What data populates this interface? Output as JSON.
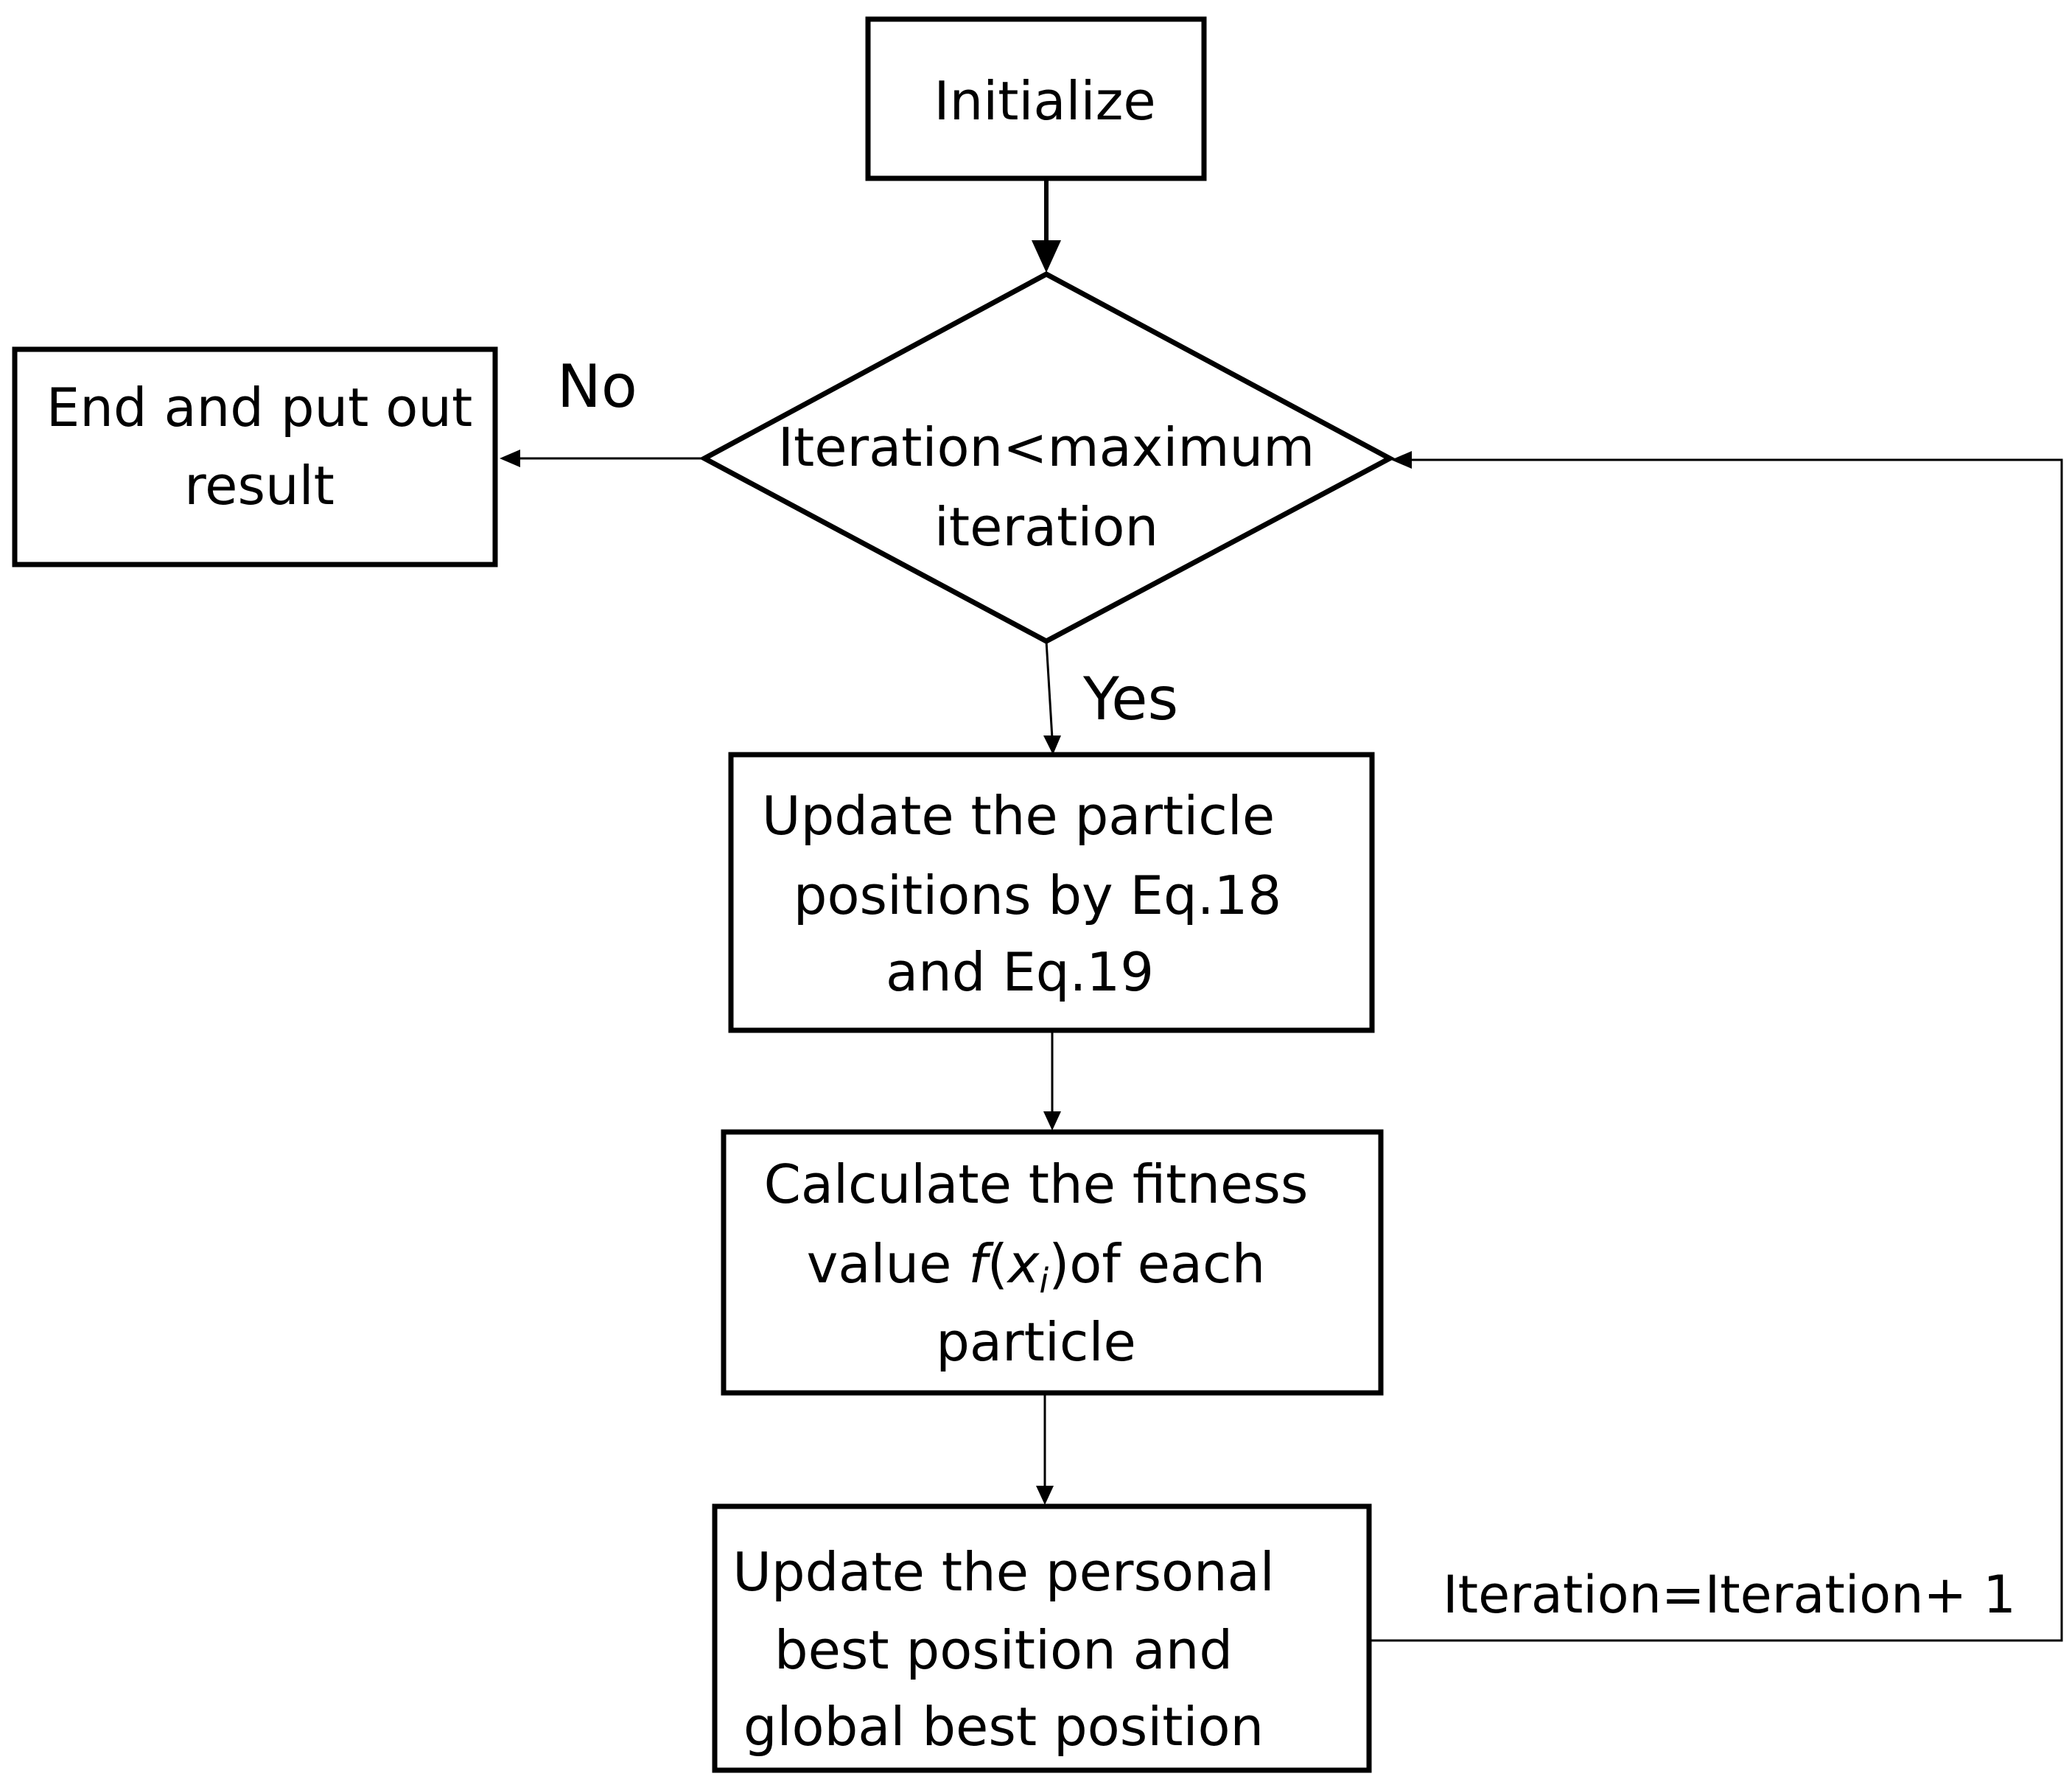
{
  "nodes": {
    "initialize": {
      "lines": [
        "Initialize"
      ]
    },
    "decision": {
      "lines": [
        "Iteration<maximum",
        "iteration"
      ]
    },
    "end": {
      "lines": [
        "End and put out",
        "result"
      ]
    },
    "update_positions": {
      "lines": [
        "Update the particle",
        "positions by Eq.18",
        "and Eq.19"
      ]
    },
    "calc_fitness": {
      "line1": "Calculate the fitness",
      "line2_pre": "value ",
      "line2_f": "f",
      "line2_open": "(",
      "line2_x": "x",
      "line2_sub": "i",
      "line2_post": ")of each",
      "line3": "particle"
    },
    "update_best": {
      "lines": [
        "Update the personal",
        "best position and",
        "global best position"
      ]
    }
  },
  "edges": {
    "no_label": "No",
    "yes_label": "Yes",
    "loop_label": "Iteration=Iteration+ 1"
  }
}
